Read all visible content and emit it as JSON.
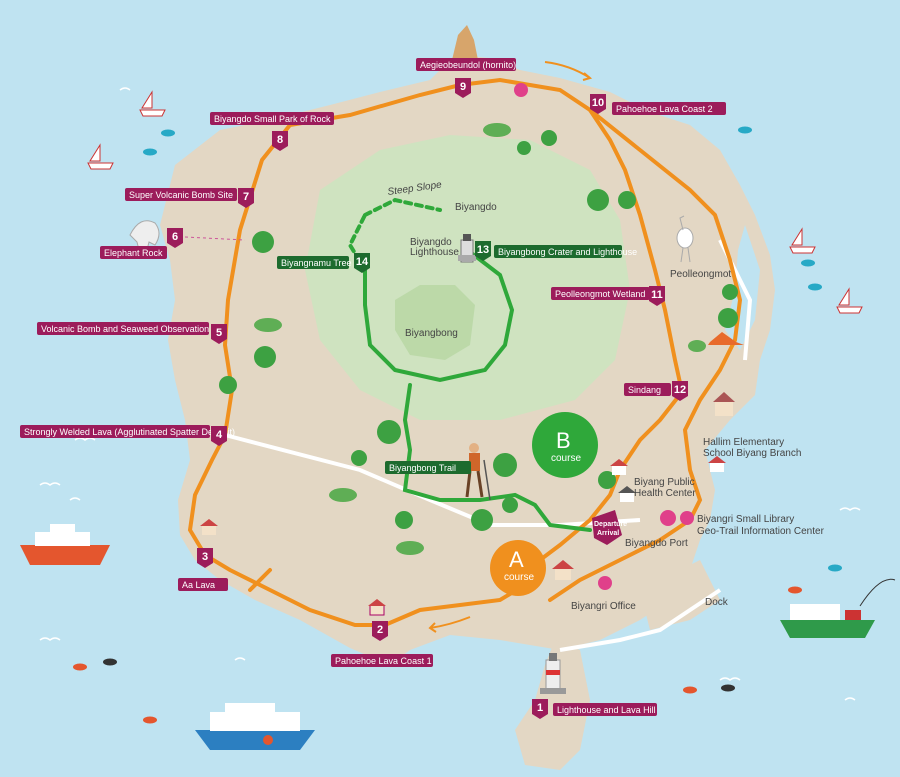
{
  "map": {
    "island_name": "Biyangdo",
    "peak_name": "Biyangbong",
    "trail_note": "Steep Slope",
    "courses": [
      {
        "letter": "A",
        "word": "course"
      },
      {
        "letter": "B",
        "word": "course"
      }
    ],
    "departure": {
      "line1": "Departure",
      "line2": "Arrival"
    },
    "stops": [
      {
        "num": "1",
        "name": "Lighthouse and Lava Hill"
      },
      {
        "num": "2",
        "name": "Pahoehoe Lava Coast 1"
      },
      {
        "num": "3",
        "name": "Aa Lava"
      },
      {
        "num": "4",
        "name": "Strongly Welded Lava (Agglutinated Spatter Deposit)"
      },
      {
        "num": "5",
        "name": "Volcanic Bomb and Seaweed Observation Site"
      },
      {
        "num": "6",
        "name": "Elephant Rock"
      },
      {
        "num": "7",
        "name": "Super Volcanic Bomb Site"
      },
      {
        "num": "8",
        "name": "Biyangdo Small Park of Rock"
      },
      {
        "num": "9",
        "name": "Aegieobeundol (hornito)"
      },
      {
        "num": "10",
        "name": "Pahoehoe Lava Coast 2"
      },
      {
        "num": "11",
        "name": "Peolleongmot Wetland"
      },
      {
        "num": "12",
        "name": "Sindang"
      },
      {
        "num": "13",
        "name": "Biyangbong Crater and Lighthouse"
      },
      {
        "num": "14",
        "name": "Biyangnamu Tree"
      }
    ],
    "trail_label": "Biyangbong Trail",
    "places": {
      "lighthouse": {
        "line1": "Biyangdo",
        "line2": "Lighthouse"
      },
      "peolleongmot": "Peolleongmot",
      "school": {
        "line1": "Hallim Elementary",
        "line2": "School Biyang Branch"
      },
      "health": {
        "line1": "Biyang Public",
        "line2": "Health Center"
      },
      "library": {
        "line1": "Biyangri Small Library",
        "line2": "Geo-Trail Information Center"
      },
      "port": "Biyangdo Port",
      "office": "Biyangri Office",
      "dock": "Dock"
    },
    "colors": {
      "sea": "#bfe3f1",
      "land": "#e3d7c4",
      "crater": "#cfe3c0",
      "course_a": "#f0901e",
      "course_b": "#2fa83a",
      "stop_marker": "#9c1c5b",
      "trail_label": "#1d6b2e"
    }
  }
}
